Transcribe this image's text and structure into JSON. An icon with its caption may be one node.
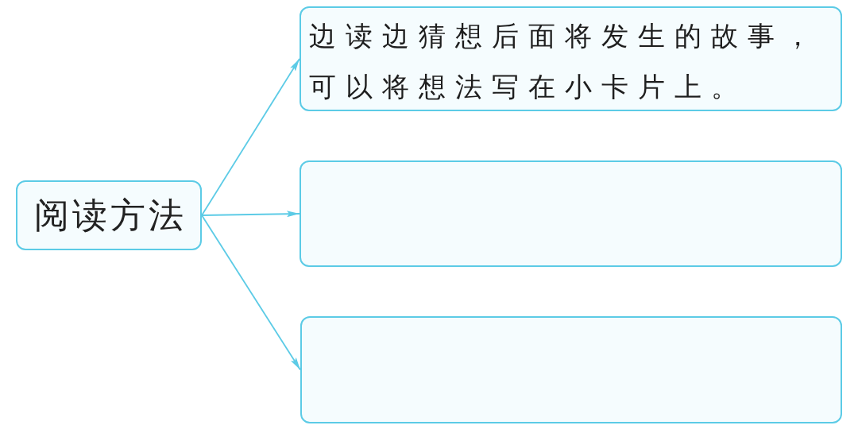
{
  "diagram": {
    "nodes": [
      {
        "text": [
          "阅读方法"
        ]
      },
      {
        "text": [
          "边读边猜想后面将发生的故事，可以将想法写在小卡片上。"
        ]
      },
      {
        "text": [],
        "shape": "box"
      },
      {
        "text": [],
        "shape": "box"
      }
    ],
    "edges": [
      {
        "from": 0,
        "to": 1,
        "arrow": "to"
      },
      {
        "from": 0,
        "to": 2,
        "arrow": "to"
      },
      {
        "from": 0,
        "to": 3,
        "arrow": "to"
      }
    ]
  }
}
